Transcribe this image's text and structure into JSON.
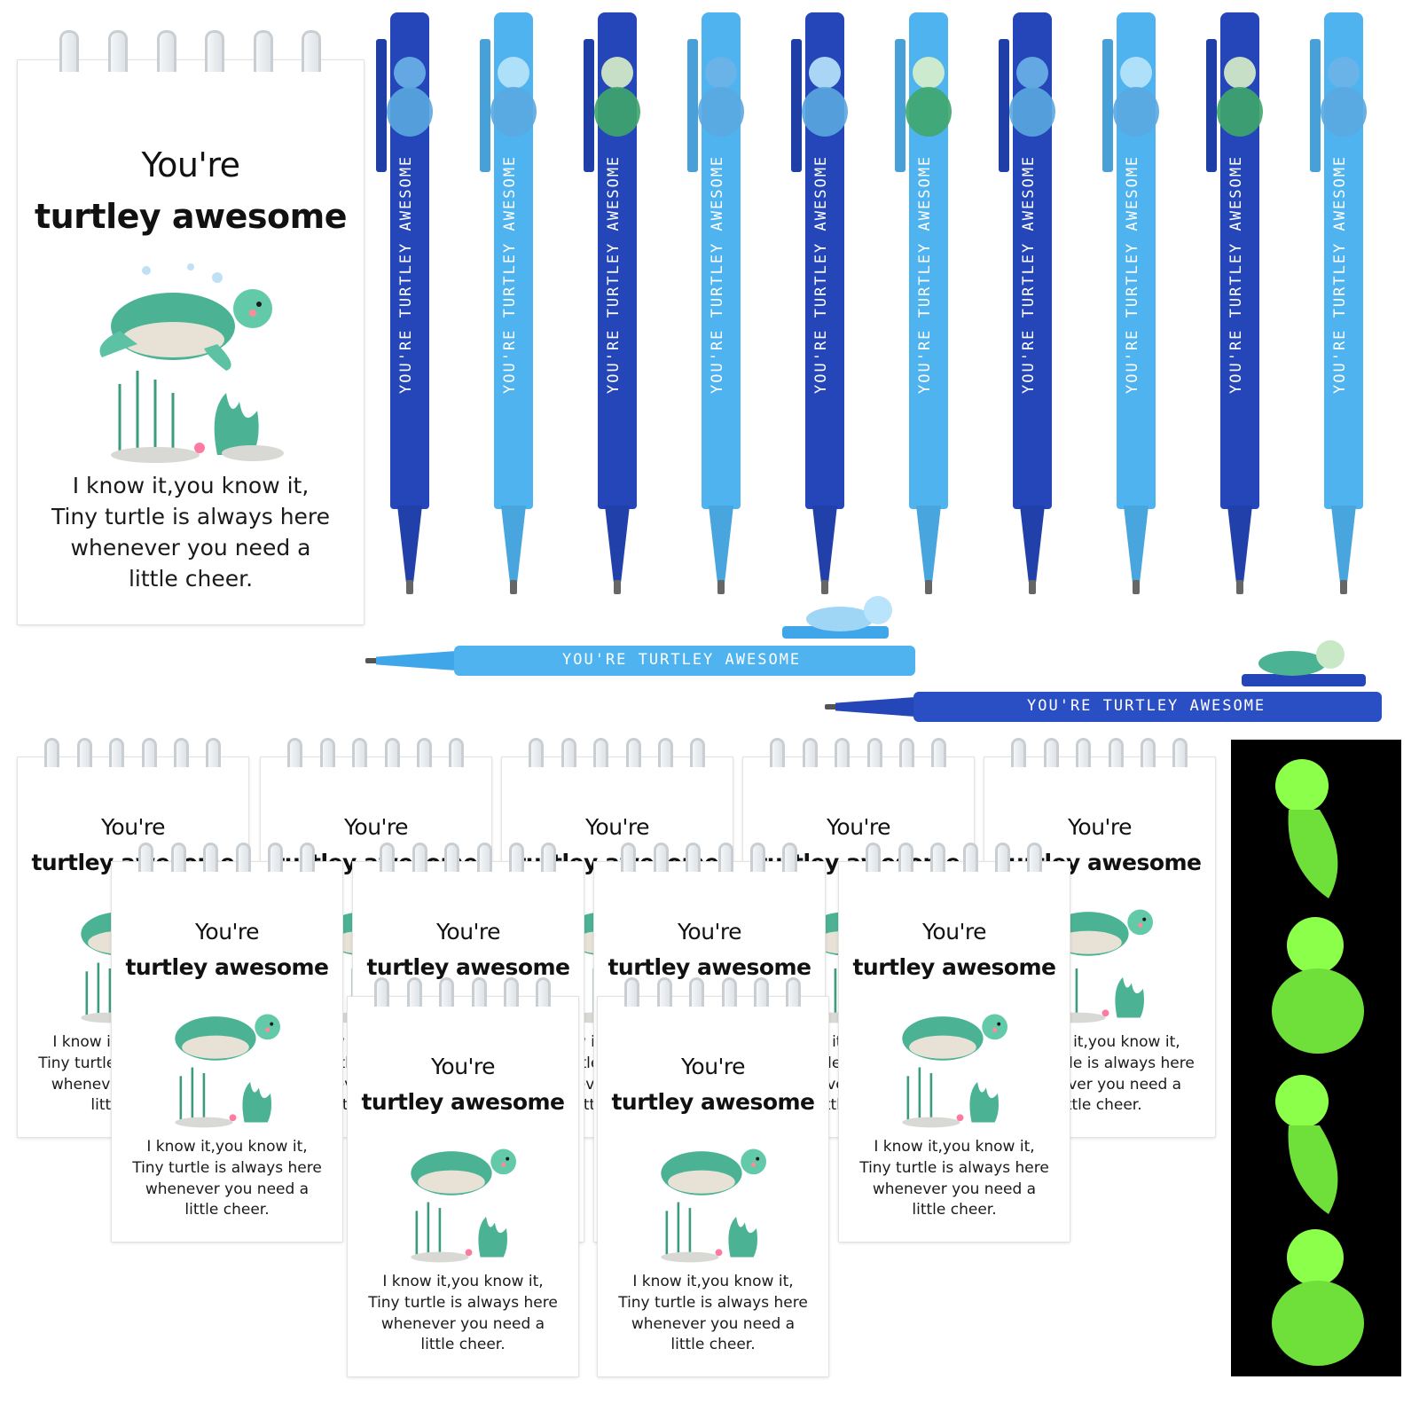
{
  "notepad": {
    "title_line1": "You're",
    "title_line2": "turtley awesome",
    "body_line1": "I know it,you know it,",
    "body_line2": "Tiny turtle is always here",
    "body_line3": "whenever you need a",
    "body_line4": "little cheer."
  },
  "pen": {
    "imprint": "YOU'RE TURTLEY AWESOME"
  },
  "colors": {
    "pen_dark": "#2446b8",
    "pen_light": "#3fa6ea",
    "turtle_green": "#4bb394",
    "glow_green": "#8cff4a",
    "background": "#ffffff"
  }
}
